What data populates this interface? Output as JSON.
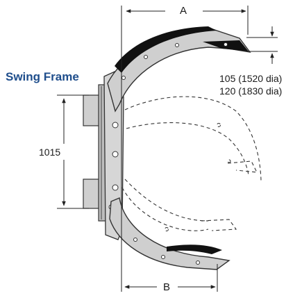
{
  "labels": {
    "title": "Swing Frame",
    "dim_a": "A",
    "dim_b": "B",
    "dim_height": "1015",
    "dim_tip_1": "105 (1520 dia)",
    "dim_tip_2": "120 (1830 dia)"
  },
  "colors": {
    "title": "#1f4e8c",
    "arm_fill": "#cfcfcf",
    "pad_fill": "#111111",
    "outline": "#333333",
    "dim_line": "#222222"
  }
}
